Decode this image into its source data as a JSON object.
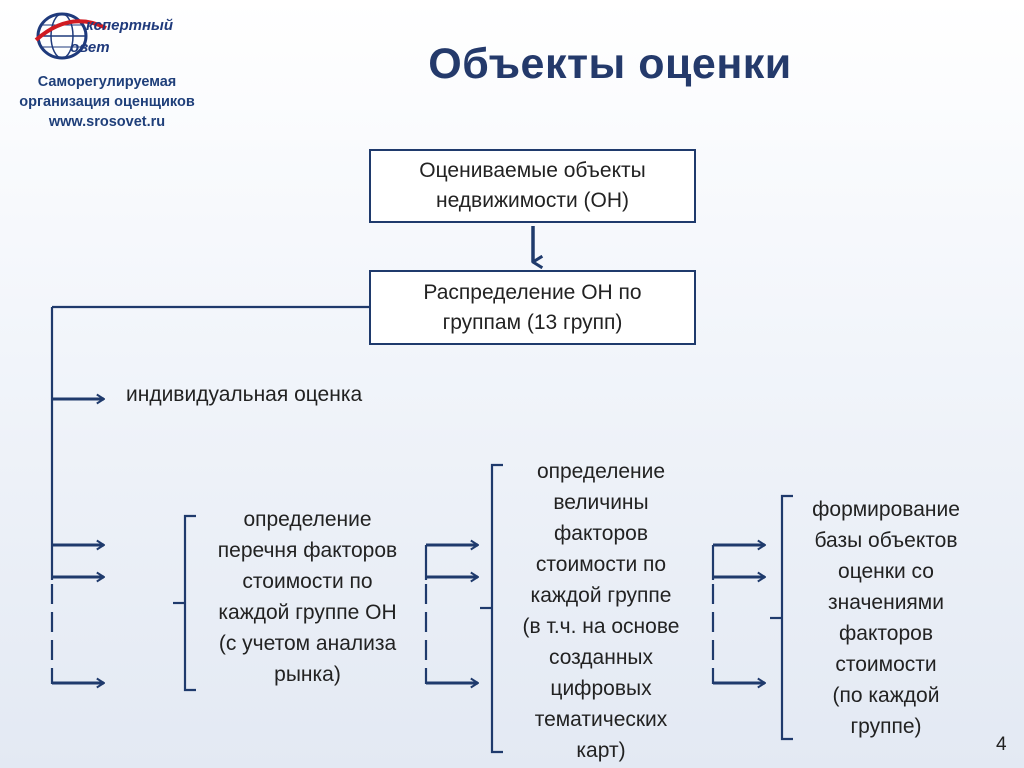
{
  "header": {
    "logo_text": "Экспертный Совет",
    "org_lines": [
      "Саморегулируемая",
      "организация оценщиков",
      "www.srosovet.ru"
    ]
  },
  "title": "Объекты оценки",
  "boxes": {
    "top": [
      "Оцениваемые объекты",
      "недвижимости (ОН)"
    ],
    "second": [
      "Распределение ОН по",
      "группам (13 групп)"
    ]
  },
  "individual_label": "индивидуальная оценка",
  "columns": {
    "c1": [
      "определение",
      "перечня факторов",
      "стоимости по",
      "каждой группе ОН",
      "(с учетом анализа",
      "рынка)"
    ],
    "c2": [
      "определение",
      "величины",
      "факторов",
      "стоимости по",
      "каждой группе",
      "(в т.ч. на основе",
      "созданных",
      "цифровых",
      "тематических",
      "карт)"
    ],
    "c3": [
      "формирование",
      "базы объектов",
      "оценки со",
      "значениями",
      "факторов",
      "стоимости",
      "(по каждой",
      "группе)"
    ]
  },
  "page_number": "4",
  "colors": {
    "line": "#1f3a6c",
    "title": "#243a6b",
    "logo_red": "#d01b22",
    "logo_blue": "#1f3a7c"
  }
}
